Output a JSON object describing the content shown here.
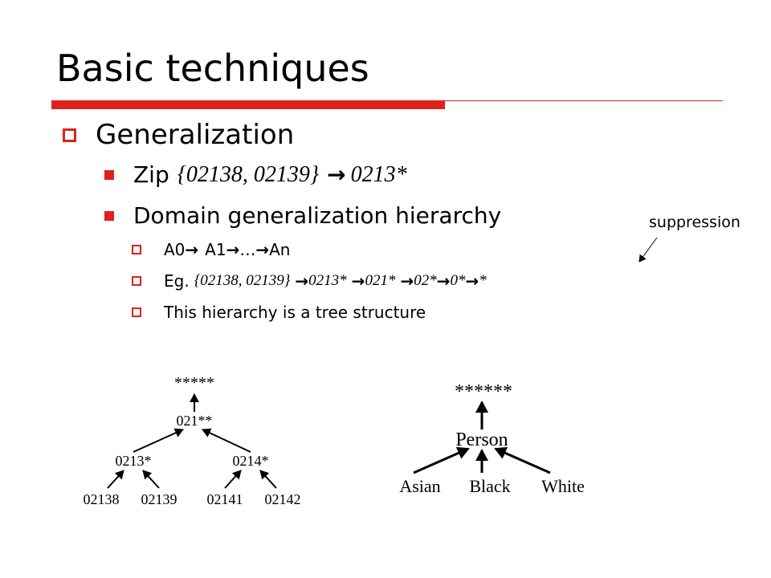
{
  "title": "Basic techniques",
  "bullets": {
    "generalization": "Generalization",
    "zip_label": "Zip",
    "zip_set": "{02138, 02139}",
    "zip_arrow": "→",
    "zip_result": "0213*",
    "domain_hierarchy": "Domain generalization hierarchy",
    "chain": {
      "a0": "A0",
      "a1": "A1",
      "ellipsis": "…",
      "an": "An",
      "arrow": "→"
    },
    "eg": {
      "label": "Eg.",
      "set": "{02138, 02139}",
      "steps": [
        "0213*",
        "021*",
        "02*",
        "0*",
        "*"
      ],
      "arrow": "→"
    },
    "tree_note": "This hierarchy is a tree structure"
  },
  "annotation": {
    "suppression": "suppression"
  },
  "zip_tree": {
    "root": "*****",
    "level2": "021**",
    "level3": [
      "0213*",
      "0214*"
    ],
    "leaves": [
      "02138",
      "02139",
      "02141",
      "02142"
    ]
  },
  "race_tree": {
    "root": "******",
    "middle": "Person",
    "leaves": [
      "Asian",
      "Black",
      "White"
    ]
  },
  "colors": {
    "accent": "#e0201c",
    "text": "#000000"
  }
}
